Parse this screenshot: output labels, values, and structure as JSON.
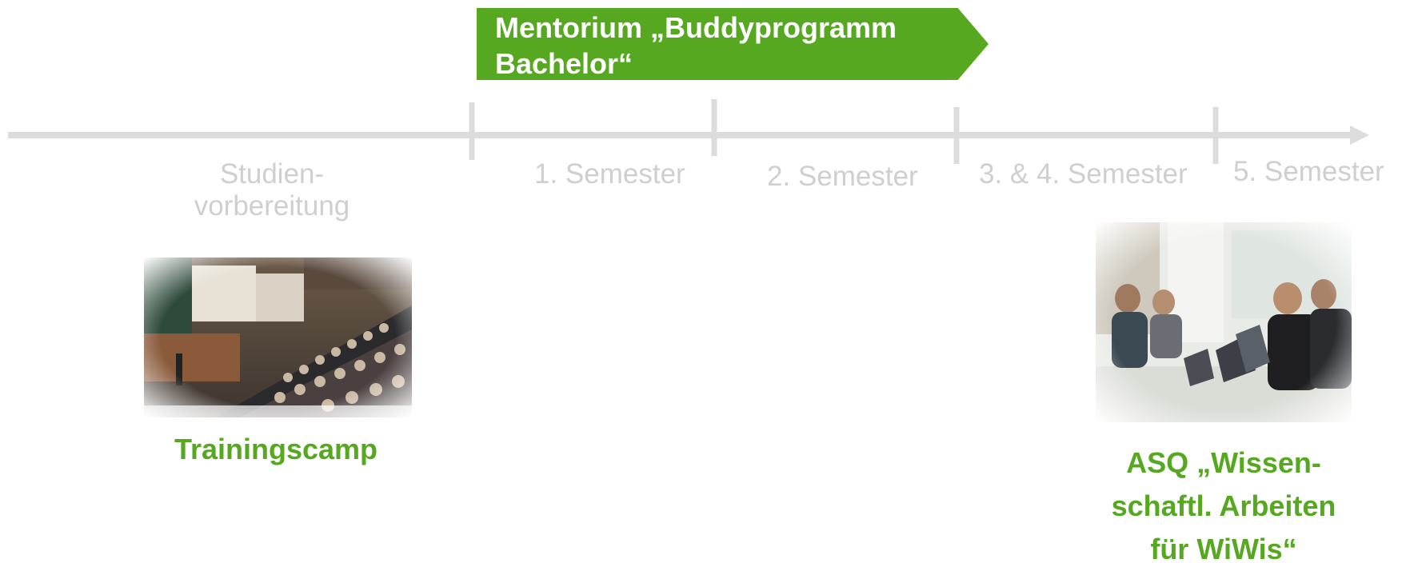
{
  "banner": {
    "line1": "Mentorium „Buddyprogramm",
    "line2": "Bachelor“"
  },
  "timeline": {
    "labels": {
      "prep_line1": "Studien-",
      "prep_line2": "vorbereitung",
      "sem1": "1. Semester",
      "sem2": "2. Semester",
      "sem34": "3. & 4. Semester",
      "sem5": "5. Semester"
    }
  },
  "left_item": {
    "label": "Trainingscamp"
  },
  "right_item": {
    "line1": "ASQ „Wissen-",
    "line2": "schaftl. Arbeiten",
    "line3": "für WiWis“"
  },
  "colors": {
    "accent_green": "#55a81f",
    "timeline_gray": "#dcdcdc",
    "label_gray": "#cfcfcf"
  }
}
